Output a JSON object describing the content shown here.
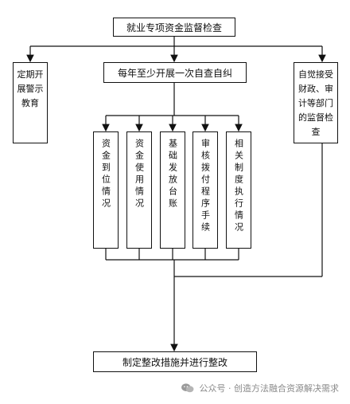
{
  "top": "就业专项资金监督检查",
  "left_box": "定期开展警示教育",
  "middle": "每年至少开展一次自查自纠",
  "right_box": "自觉接受财政、审计等部门的监督检查",
  "sub_boxes": [
    "资金到位情况",
    "资金使用情况",
    "基础发放台账",
    "审核拨付程序手续",
    "相关制度执行情况"
  ],
  "bottom": "制定整改措施并进行整改",
  "watermark": "公众号 · 创造方法融合资源解决需求",
  "watermark_icon": "wechat-icon"
}
